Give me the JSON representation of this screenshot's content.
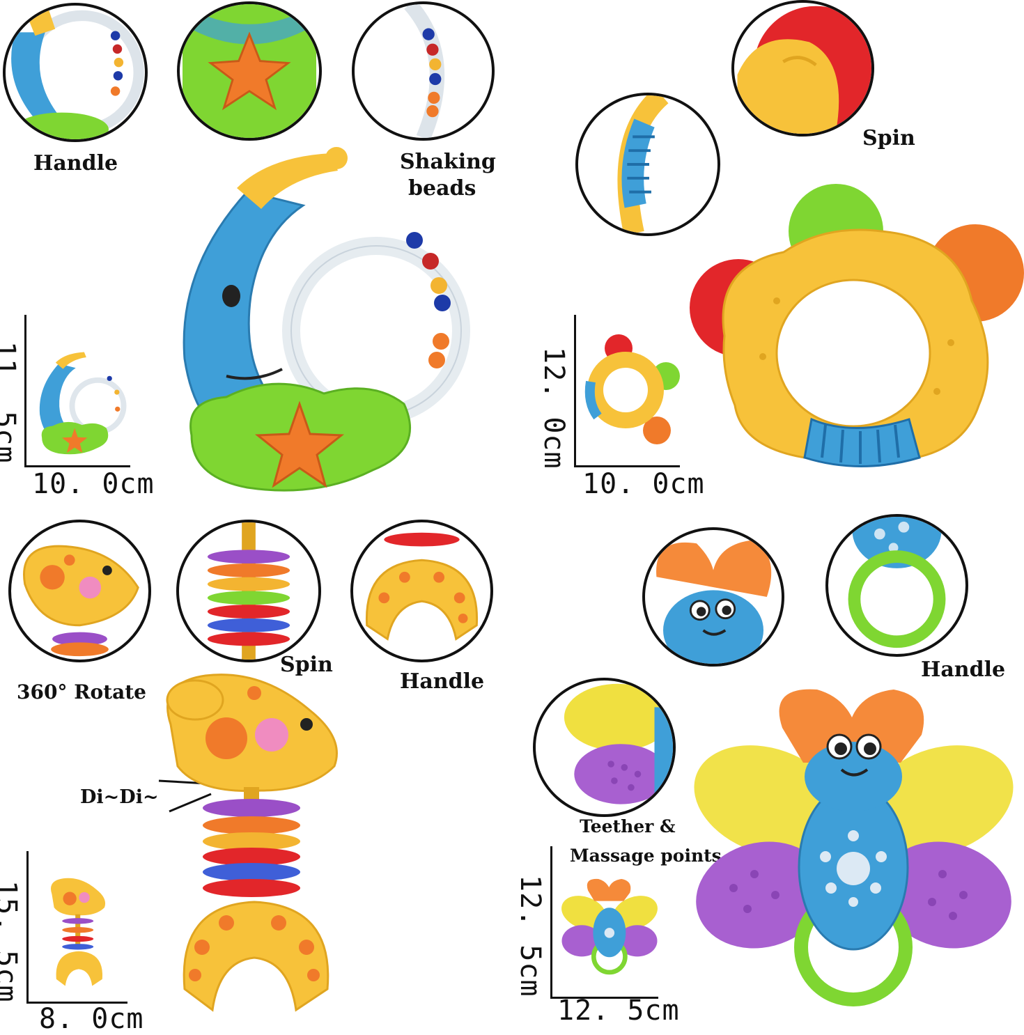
{
  "moon_rattle": {
    "label_handle": "Handle",
    "label_beads_1": "Shaking",
    "label_beads_2": "beads",
    "dim_width": "10. 0cm",
    "dim_height": "11. 5cm"
  },
  "flower_teether": {
    "label_spin": "Spin",
    "dim_width": "10. 0cm",
    "dim_height": "12. 0cm"
  },
  "giraffe_rattle": {
    "label_rotate": "360° Rotate",
    "label_spin": "Spin",
    "label_handle": "Handle",
    "label_sound": "Di~Di~",
    "dim_width": "8. 0cm",
    "dim_height": "15. 5cm"
  },
  "bee_teether": {
    "label_handle": "Handle",
    "label_teether_1": "Teether &",
    "label_teether_2": "Massage points",
    "dim_width": "12. 5cm",
    "dim_height": "12. 5cm"
  },
  "colors": {
    "blue": "#3f9fd8",
    "yellow": "#f7c23a",
    "green": "#7fd632",
    "orange": "#f07a2a",
    "red": "#e2262a",
    "purple": "#9a4fc7"
  }
}
